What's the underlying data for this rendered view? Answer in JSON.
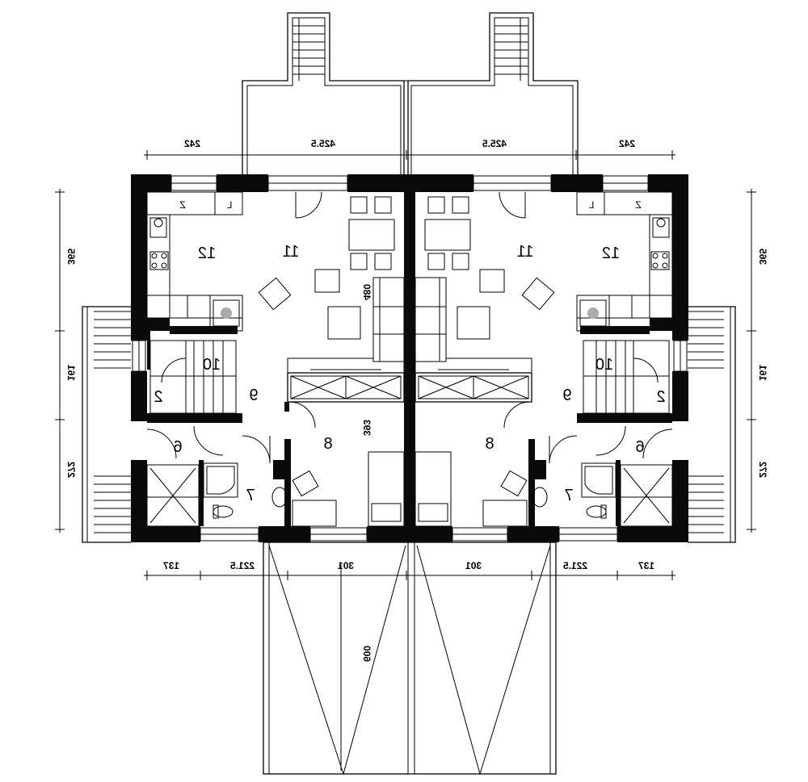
{
  "dimensions": {
    "top": [
      "242",
      "425.5",
      "425.5",
      "242"
    ],
    "bottom": [
      "137",
      "221.5",
      "301",
      "301",
      "221.5",
      "137"
    ],
    "left_side": [
      "365",
      "161",
      "272"
    ],
    "right_side": [
      "365",
      "161",
      "272"
    ],
    "interior_vertical": [
      "480",
      "393"
    ],
    "garage": "600"
  },
  "rooms": {
    "left_unit": [
      "12",
      "11",
      "10",
      "2",
      "9",
      "6",
      "8",
      "7"
    ],
    "right_unit": [
      "11",
      "12",
      "10",
      "9",
      "2",
      "8",
      "6",
      "7"
    ]
  },
  "kitchen_marks": {
    "left": [
      "Z",
      "L"
    ],
    "right": [
      "L",
      "Z"
    ]
  }
}
